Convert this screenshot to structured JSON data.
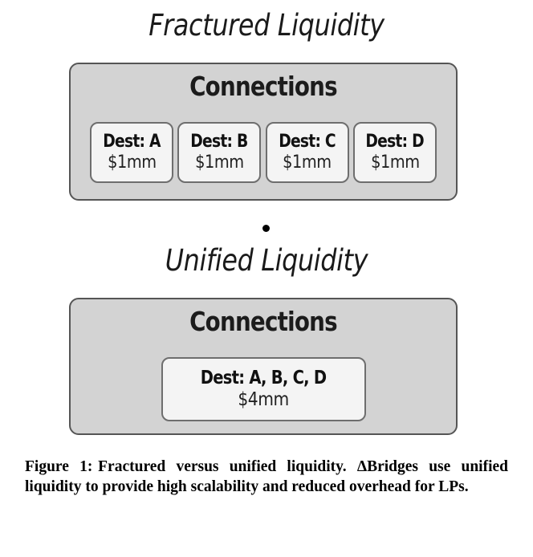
{
  "figure": {
    "caption_label": "Figure 1:",
    "caption_text": "Fractured versus unified liquidity. ΔBridges use unified liquidity to provide high scala­bility and reduced overhead for LPs.",
    "divider_glyph": "•"
  },
  "colors": {
    "panel_fill": "#d3d3d3",
    "panel_border": "#555555",
    "card_fill": "#f4f4f4",
    "card_border": "#6e6e6e",
    "text": "#000000"
  },
  "sections": [
    {
      "id": "fractured",
      "title": "Fractured Liquidity",
      "panel_heading": "Connections",
      "cards": [
        {
          "label": "Dest: A",
          "amount": "$1mm"
        },
        {
          "label": "Dest: B",
          "amount": "$1mm"
        },
        {
          "label": "Dest: C",
          "amount": "$1mm"
        },
        {
          "label": "Dest: D",
          "amount": "$1mm"
        }
      ]
    },
    {
      "id": "unified",
      "title": "Unified Liquidity",
      "panel_heading": "Connections",
      "cards": [
        {
          "label": "Dest: A, B, C, D",
          "amount": "$4mm"
        }
      ]
    }
  ]
}
